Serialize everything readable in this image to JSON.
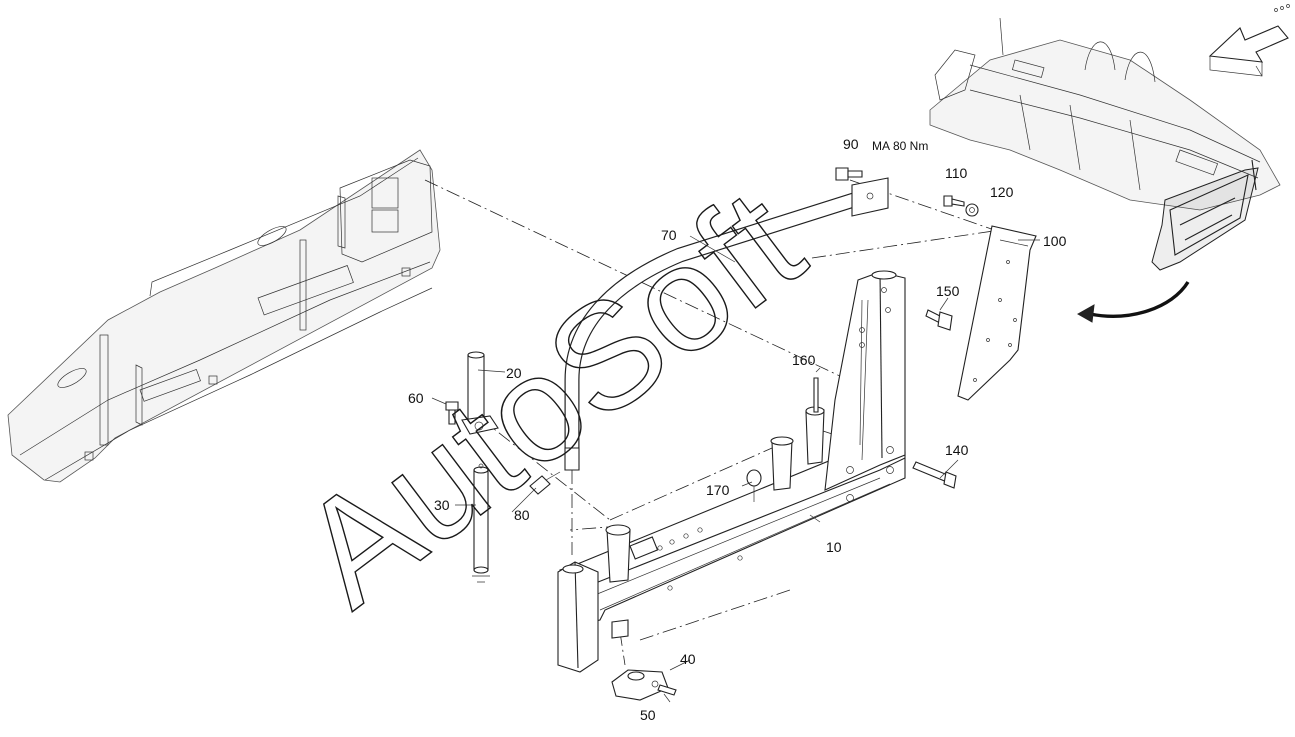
{
  "diagram": {
    "callouts": {
      "c10": "10",
      "c20": "20",
      "c30": "30",
      "c40": "40",
      "c50": "50",
      "c60": "60",
      "c70": "70",
      "c80": "80",
      "c90": "90",
      "c100": "100",
      "c110": "110",
      "c120": "120",
      "c140": "140",
      "c150": "150",
      "c160": "160",
      "c170": "170"
    },
    "torque": {
      "ma": "MA",
      "value": "80 Nm"
    },
    "watermark": "AutoSoft"
  }
}
